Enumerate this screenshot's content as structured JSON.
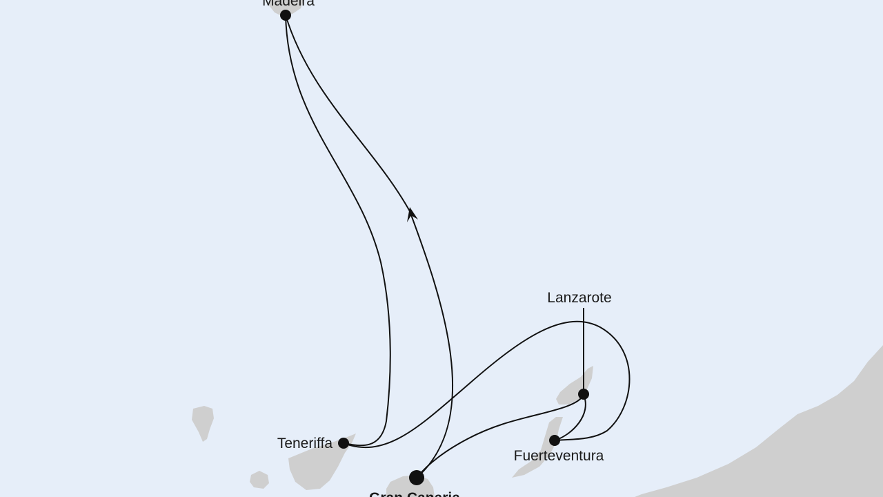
{
  "map": {
    "colors": {
      "sea": "#e6eef9",
      "land": "#cfcfcf",
      "route": "#111111"
    },
    "ports": [
      {
        "id": "madeira",
        "label": "Madeira"
      },
      {
        "id": "lanzarote",
        "label": "Lanzarote"
      },
      {
        "id": "teneriffa",
        "label": "Teneriffa"
      },
      {
        "id": "fuerteventura",
        "label": "Fuerteventura"
      },
      {
        "id": "gran_canaria",
        "label": "Gran Canaria"
      }
    ],
    "route_direction_icon": "arrow-head-icon"
  }
}
